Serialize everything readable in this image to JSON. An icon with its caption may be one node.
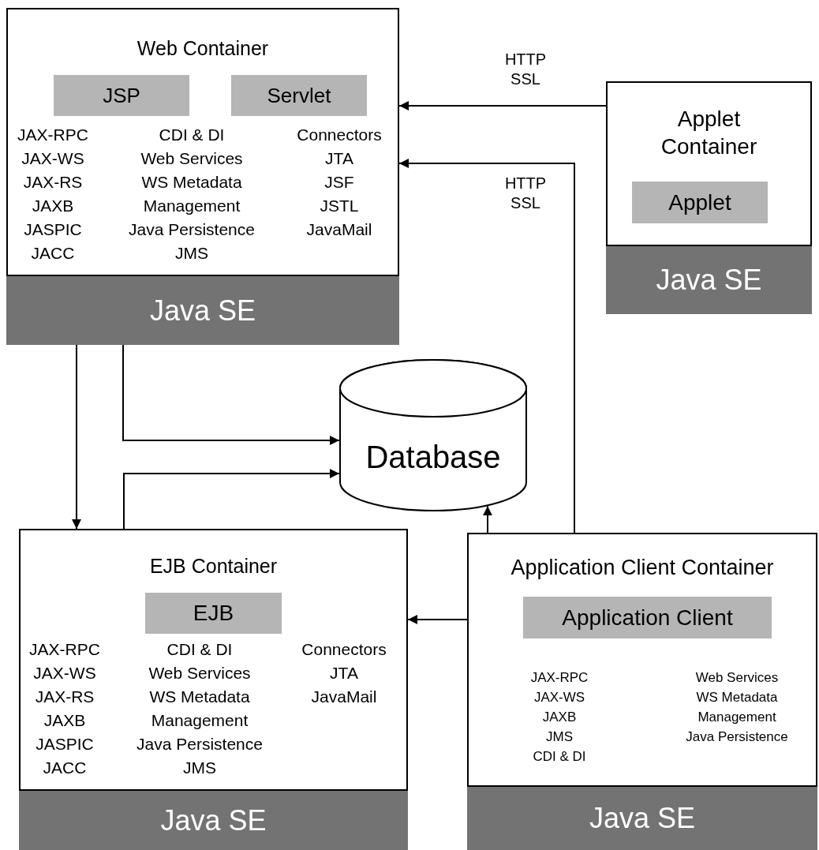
{
  "diagram": {
    "nodes": [
      {
        "text": [
          "Web Container",
          "JAX-RPC",
          "JAX-WS",
          "JAX-RS",
          "JAXB",
          "JASPIC",
          "JACC",
          "CDI & DI",
          "Web Services",
          "WS Metadata",
          "Management",
          "Java Persistence",
          "JMS",
          "Connectors",
          "JTA",
          "JSF",
          "JSTL",
          "JavaMail"
        ]
      },
      {
        "text": [
          "JSP"
        ],
        "in": 0
      },
      {
        "text": [
          "Servlet"
        ],
        "in": 0
      },
      {
        "text": [
          "Java SE"
        ],
        "in": 0
      },
      {
        "text": [
          "Applet Container"
        ]
      },
      {
        "text": [
          "Applet"
        ],
        "in": 4
      },
      {
        "text": [
          "Java SE"
        ],
        "in": 4
      },
      {
        "text": [
          "Database"
        ]
      },
      {
        "text": [
          "EJB Container",
          "JAX-RPC",
          "JAX-WS",
          "JAX-RS",
          "JAXB",
          "JASPIC",
          "JACC",
          "CDI & DI",
          "Web Services",
          "WS Metadata",
          "Management",
          "Java Persistence",
          "JMS",
          "Connectors",
          "JTA",
          "JavaMail"
        ]
      },
      {
        "text": [
          "EJB"
        ],
        "in": 8
      },
      {
        "text": [
          "Java SE"
        ],
        "in": 8
      },
      {
        "text": [
          "Application Client Container",
          "JAX-RPC",
          "JAX-WS",
          "JAXB",
          "JMS",
          "CDI & DI",
          "Web Services",
          "WS Metadata",
          "Management",
          "Java Persistence"
        ]
      },
      {
        "text": [
          "Application Client"
        ],
        "in": 11
      },
      {
        "text": [
          "Java SE"
        ],
        "in": 11
      }
    ],
    "edges": [
      {
        "from": 4,
        "to": 0,
        "arrow": "to",
        "label": "HTTP SSL"
      },
      {
        "from": 11,
        "to": 0,
        "arrow": "to",
        "label": "HTTP SSL"
      },
      {
        "from": 0,
        "to": 8,
        "arrow": "to"
      },
      {
        "from": 0,
        "to": 7,
        "arrow": "to"
      },
      {
        "from": 8,
        "to": 7,
        "arrow": "to"
      },
      {
        "from": 11,
        "to": 7,
        "arrow": "to"
      },
      {
        "from": 11,
        "to": 8,
        "arrow": "to"
      }
    ]
  }
}
